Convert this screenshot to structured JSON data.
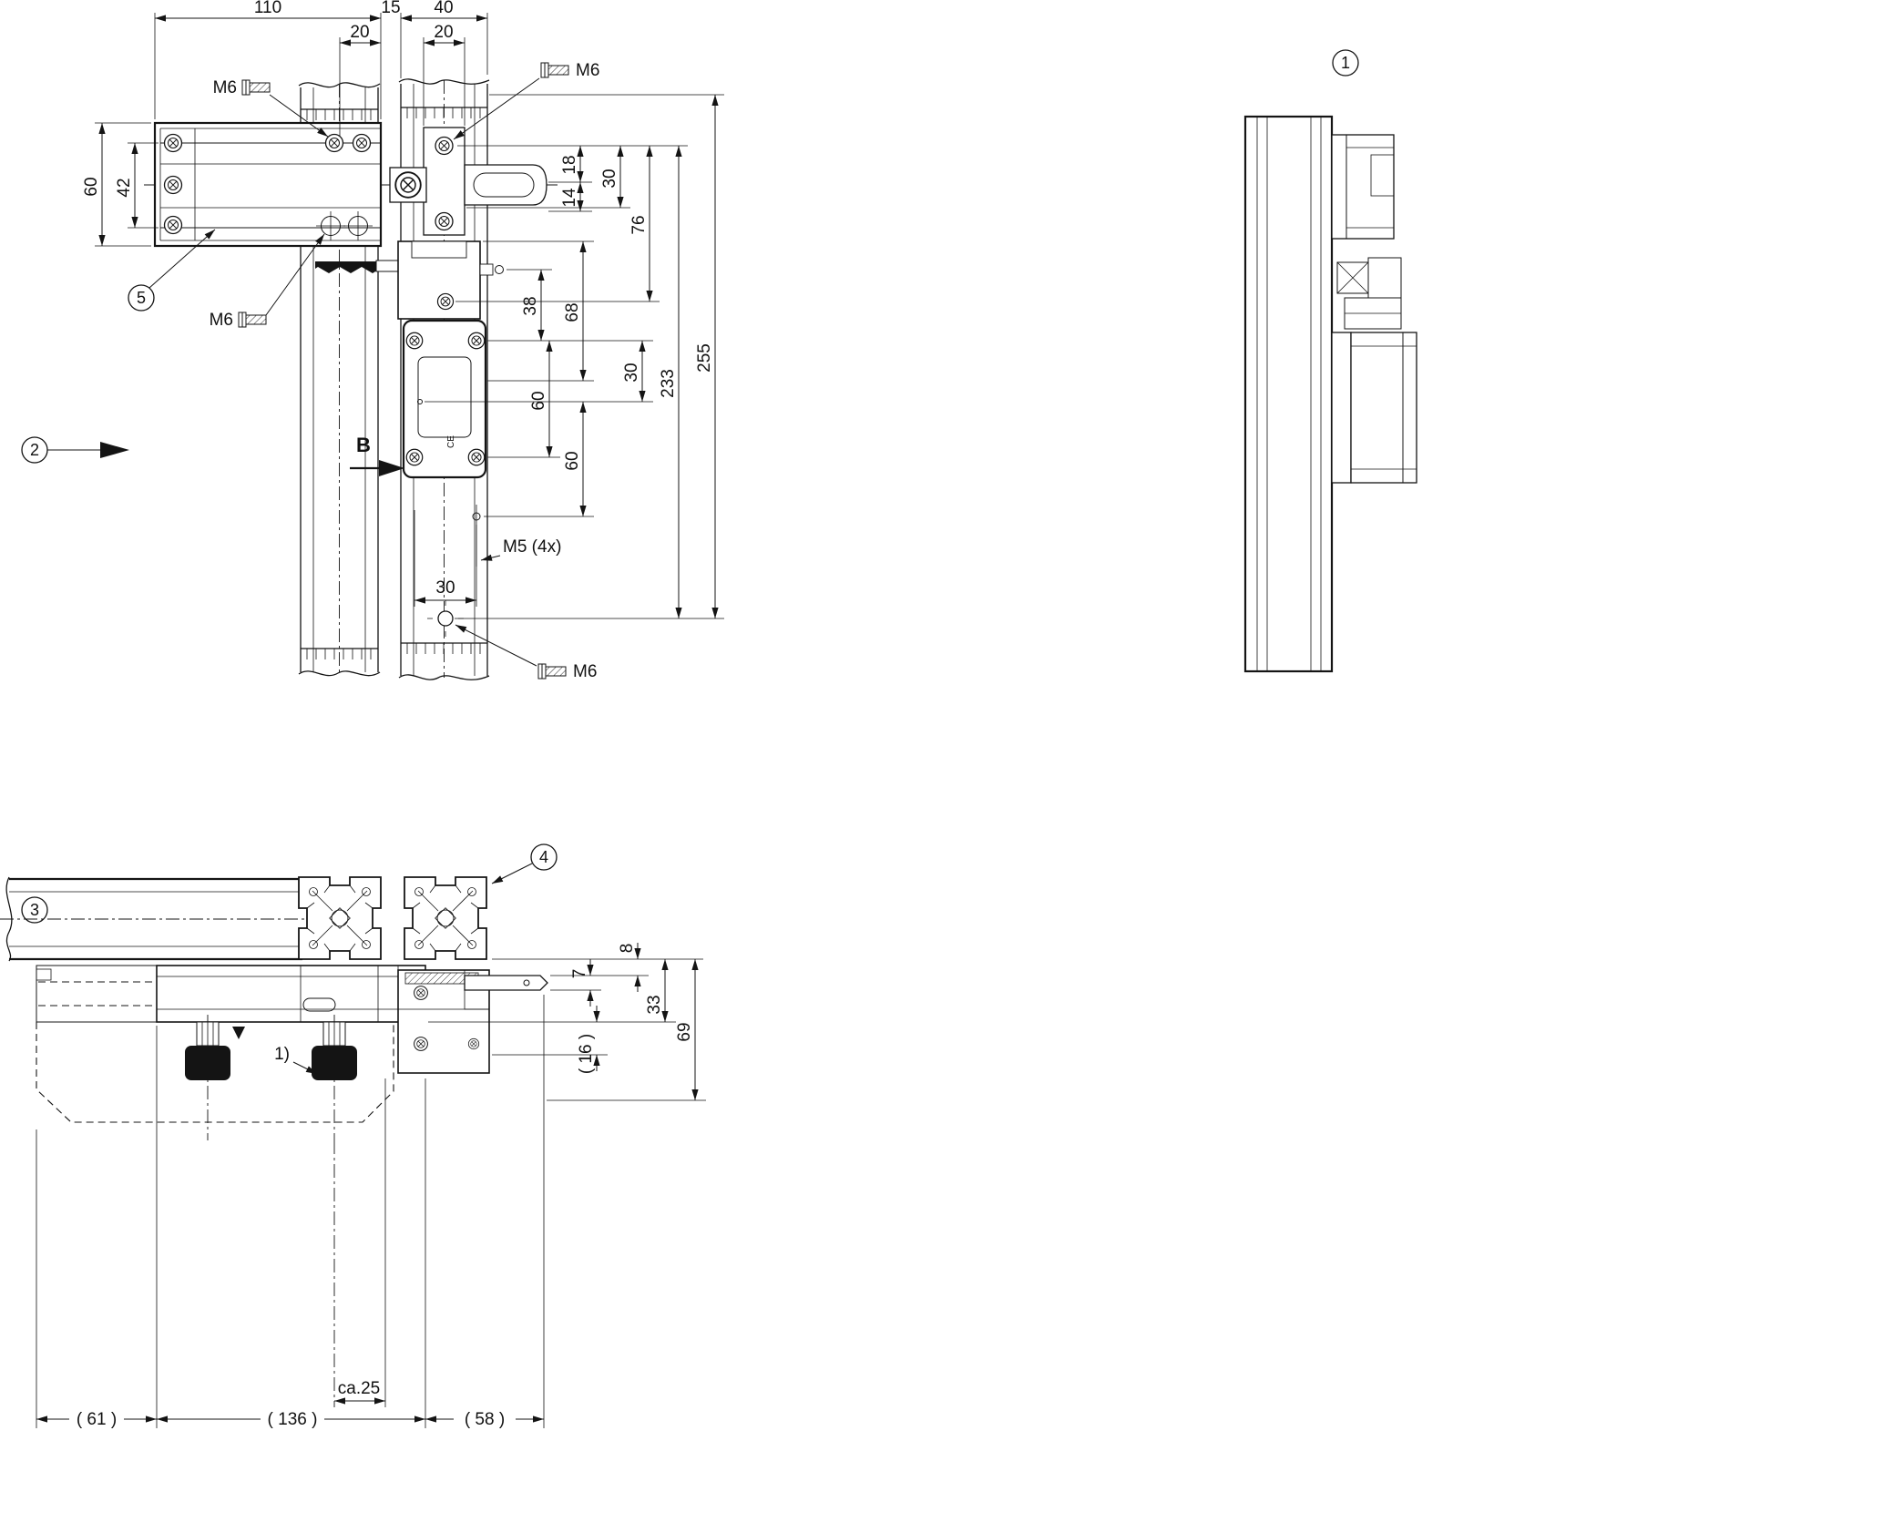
{
  "drawing": {
    "front": {
      "dim_110": "110",
      "dim_15": "15",
      "dim_40": "40",
      "dim_20_left": "20",
      "dim_20_right": "20",
      "dim_60_left": "60",
      "dim_42": "42",
      "dim_18": "18",
      "dim_30_top": "30",
      "dim_14": "14",
      "dim_76": "76",
      "dim_38": "38",
      "dim_68": "68",
      "dim_30_mid": "30",
      "dim_233": "233",
      "dim_255": "255",
      "dim_60_upper": "60",
      "dim_60_lower": "60",
      "label_m5": "M5 (4x)",
      "dim_30_bottom": "30",
      "label_m6_top_left": "M6",
      "label_m6_top_right": "M6",
      "label_m6_mid_left": "M6",
      "label_m6_bottom": "M6",
      "section_label": "B",
      "ce_mark": "CE",
      "callout_5": "5",
      "callout_2": "2"
    },
    "side": {
      "callout_1": "1"
    },
    "bottom": {
      "callout_3": "3",
      "callout_4": "4",
      "note_release": "1)",
      "dim_8": "8",
      "dim_7": "7",
      "dim_33": "33",
      "dim_69": "69",
      "dim_16": "( 16 )",
      "dim_61": "( 61 )",
      "dim_136": "( 136 )",
      "dim_ca25": "ca.25",
      "dim_58": "( 58 )"
    }
  }
}
